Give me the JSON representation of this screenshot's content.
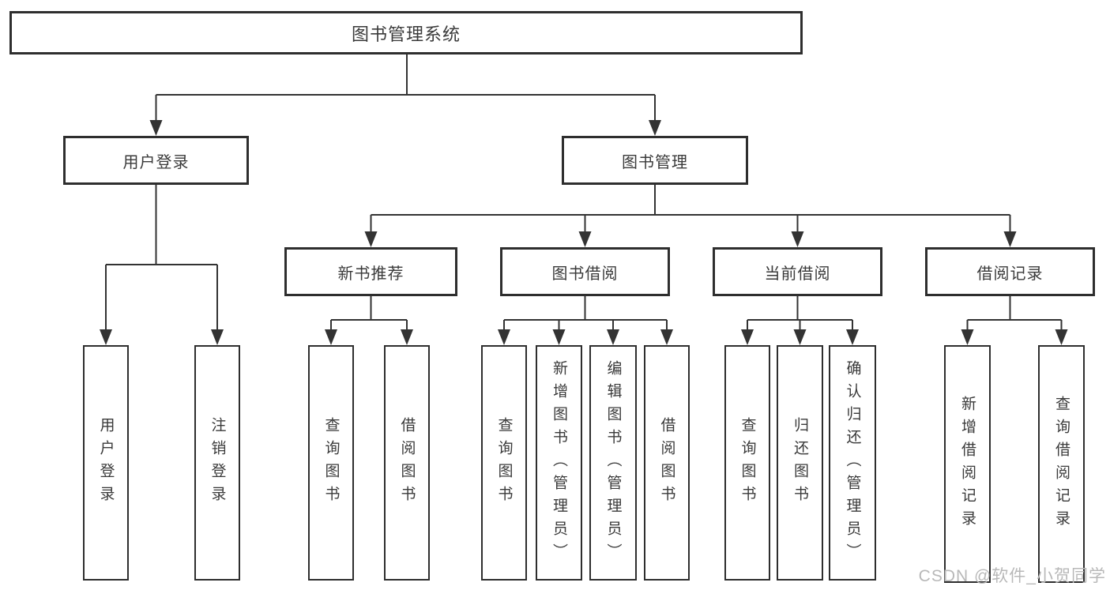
{
  "diagram": {
    "type": "hierarchy-tree",
    "root": "图书管理系统",
    "level2": {
      "user_login": "用户登录",
      "book_manage": "图书管理"
    },
    "level3": {
      "new_book": "新书推荐",
      "borrow": "图书借阅",
      "current": "当前借阅",
      "record": "借阅记录"
    },
    "leaves": {
      "user_login_1": "用户登录",
      "user_login_2": "注销登录",
      "new_book_1": "查询图书",
      "new_book_2": "借阅图书",
      "borrow_1": "查询图书",
      "borrow_2": "新增图书（管理员）",
      "borrow_3": "编辑图书（管理员）",
      "borrow_4": "借阅图书",
      "current_1": "查询图书",
      "current_2": "归还图书",
      "current_3": "确认归还（管理员）",
      "record_1": "新增借阅记录",
      "record_2": "查询借阅记录"
    },
    "hierarchy": {
      "图书管理系统": {
        "用户登录": [
          "用户登录",
          "注销登录"
        ],
        "图书管理": {
          "新书推荐": [
            "查询图书",
            "借阅图书"
          ],
          "图书借阅": [
            "查询图书",
            "新增图书（管理员）",
            "编辑图书（管理员）",
            "借阅图书"
          ],
          "当前借阅": [
            "查询图书",
            "归还图书",
            "确认归还（管理员）"
          ],
          "借阅记录": [
            "新增借阅记录",
            "查询借阅记录"
          ]
        }
      }
    }
  },
  "watermark": {
    "text": "CSDN @软件_小贺同学",
    "color": "#b8b8b8"
  },
  "colors": {
    "background": "#ffffff",
    "box_border": "#2e2e2e",
    "connector_line": "#333333",
    "text": "#3a3a3a"
  }
}
